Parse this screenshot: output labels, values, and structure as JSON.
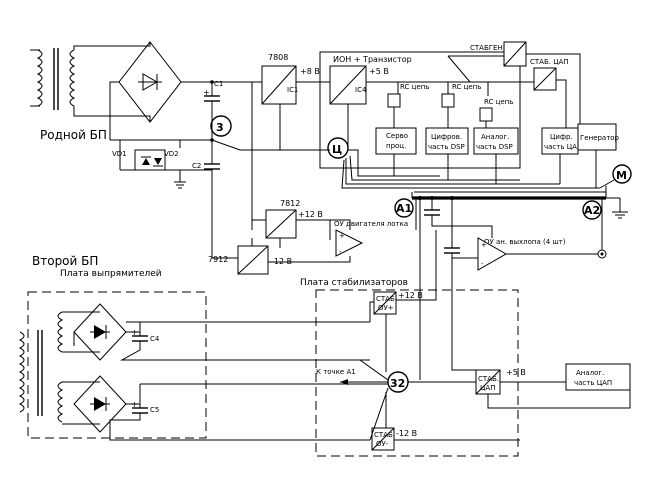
{
  "labels": {
    "native_psu": "Родной БП",
    "second_psu": "Второй БП",
    "rectifier_board": "Плата выпрямителей",
    "stabilizer_board": "Плата стабилизаторов",
    "reg_7808": "7808",
    "reg_7812": "7812",
    "reg_7912": "7912",
    "out_8v": "+8 В",
    "out_5v": "+5 В",
    "out_12v_pos": "+12 В",
    "out_12v_neg": "-12 В",
    "ic1": "IC1",
    "ic4": "IC4",
    "ion_transistor": "ИОН + Транзистор",
    "stabgen": "СТАБГЕН",
    "stab_dac": "СТАБ. ЦАП",
    "rc_chain": "RC цепь",
    "servo_l1": "Серво",
    "servo_l2": "проц.",
    "digital_dsp_l1": "Цифров.",
    "digital_dsp_l2": "часть DSP",
    "analog_dsp_l1": "Аналог.",
    "analog_dsp_l2": "часть DSP",
    "digital_dac_l1": "Цифр.",
    "digital_dac_l2": "часть ЦАП",
    "generator": "Генератор",
    "opamp_tray": "ОУ двигателя лотка",
    "opamp_output": "ОУ ан. выхлопа (4 шт)",
    "stab_opamp_l1": "СТАБ.",
    "stab_opamp_l2": "ОУ+",
    "stab_opamp_neg_l2": "ОУ-",
    "stab_dac_l1": "СТАБ.",
    "stab_dac_l2": "ЦАП",
    "analog_dac_l1": "Аналог.",
    "analog_dac_l2": "часть ЦАП",
    "to_node_a1": "К точке А1",
    "c1": "C1",
    "c2": "C2",
    "c4": "C4",
    "c5": "C5",
    "vd1": "VD1",
    "vd2": "VD2"
  },
  "nodes": {
    "n3": "3",
    "n32": "32",
    "c": "Ц",
    "m": "М",
    "a1": "A1",
    "a2": "A2"
  }
}
